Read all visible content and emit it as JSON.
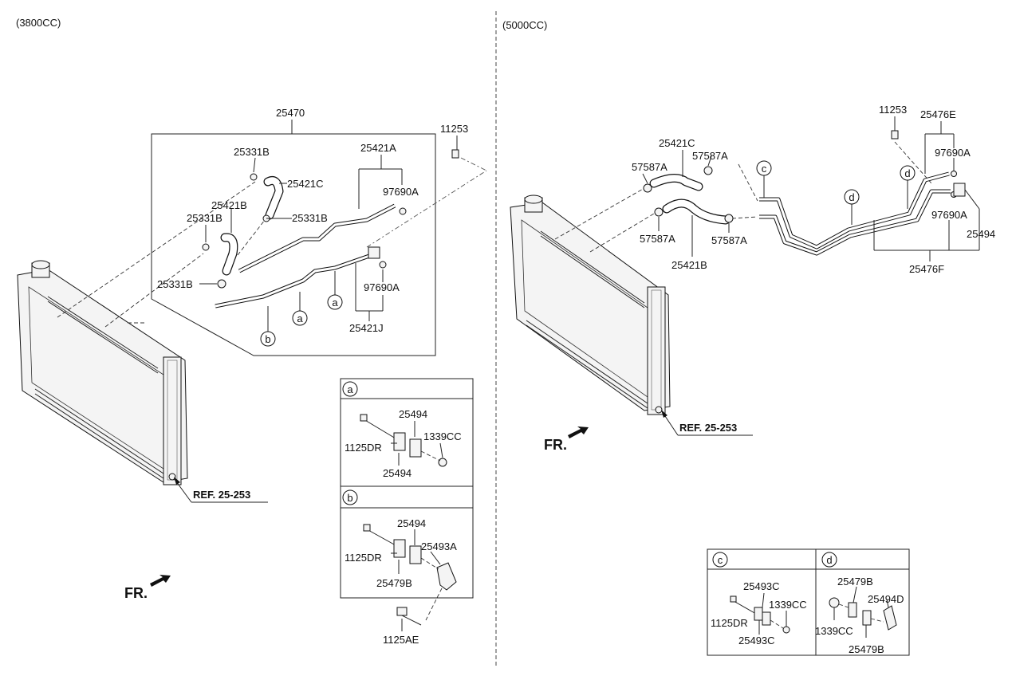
{
  "sections": {
    "left_title": "(3800CC)",
    "right_title": "(5000CC)"
  },
  "left": {
    "assembly": "25470",
    "bolt_top": "11253",
    "clamp_1": "25331B",
    "clamp_2": "25331B",
    "clamp_3": "25331B",
    "clamp_4": "25331B",
    "hose_c": "25421C",
    "hose_b": "25421B",
    "tube_a": "25421A",
    "oring_a": "97690A",
    "oring_b": "97690A",
    "tube_j": "25421J",
    "ref": "REF. 25-253",
    "fr": "FR."
  },
  "right": {
    "bolt_top": "11253",
    "tube_e": "25476E",
    "oring_a": "97690A",
    "oring_b": "97690A",
    "bracket": "25494",
    "tube_f": "25476F",
    "hose_c": "25421C",
    "hose_b": "25421B",
    "clamp_1": "57587A",
    "clamp_2": "57587A",
    "clamp_3": "57587A",
    "clamp_4": "57587A",
    "ref": "REF. 25-253",
    "fr": "FR."
  },
  "callouts": {
    "a": "a",
    "b": "b",
    "c": "c",
    "d": "d"
  },
  "detail_a": {
    "header": "a",
    "bracket_top": "25494",
    "bolt": "1125DR",
    "nut": "1339CC",
    "bracket_bottom": "25494"
  },
  "detail_b": {
    "header": "b",
    "bracket_top": "25494",
    "bolt": "1125DR",
    "clip": "25493A",
    "bracket_bottom": "25479B",
    "bolt_ext": "1125AE"
  },
  "detail_c": {
    "header": "c",
    "clip_top": "25493C",
    "bolt": "1125DR",
    "nut": "1339CC",
    "clip_bottom": "25493C"
  },
  "detail_d": {
    "header": "d",
    "clip_top": "25479B",
    "bracket": "25494D",
    "nut": "1339CC",
    "clip_bottom": "25479B"
  }
}
